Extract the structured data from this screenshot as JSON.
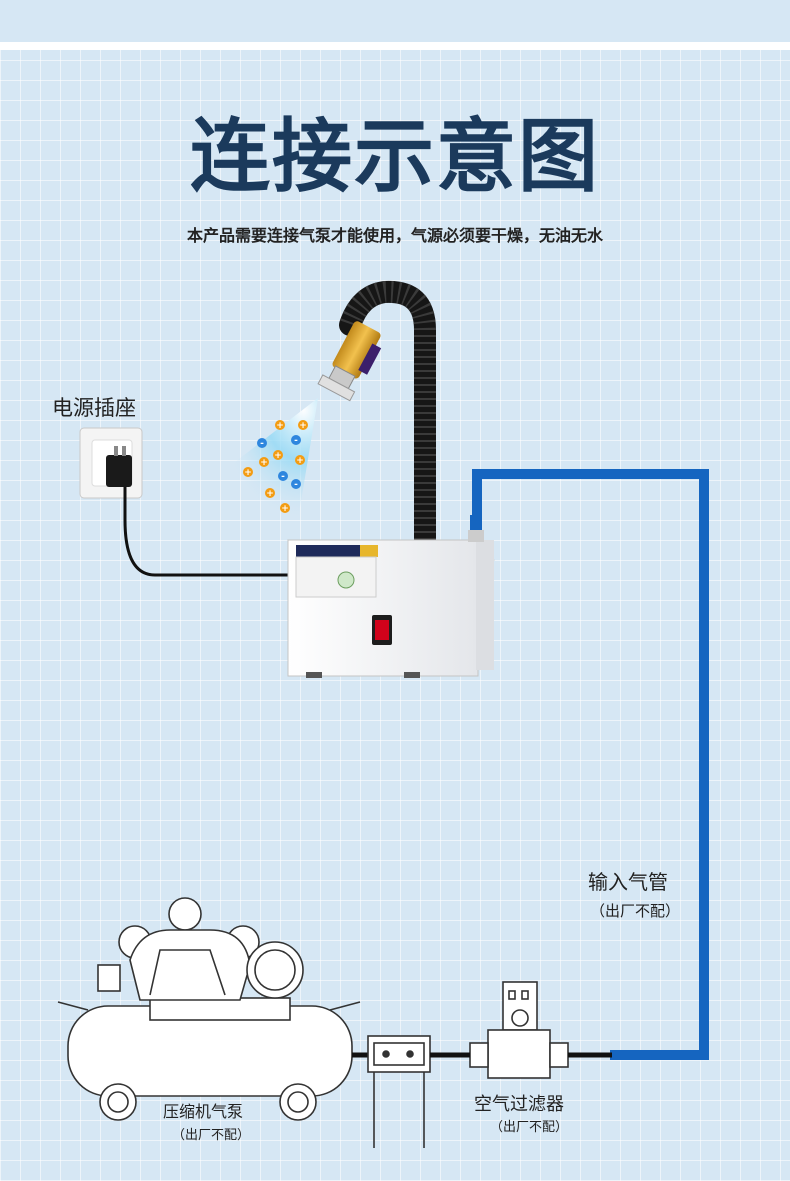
{
  "title": "连接示意图",
  "subtitle": "本产品需要连接气泵才能使用，气源必须要干燥，无油无水",
  "labels": {
    "outlet": "电源插座",
    "air_hose": "输入气管",
    "air_hose_note": "（出厂不配）",
    "compressor": "压缩机气泵",
    "compressor_note": "（出厂不配）",
    "filter": "空气过滤器",
    "filter_note": "（出厂不配）"
  },
  "colors": {
    "background": "#d6e7f4",
    "title": "#1b3a5c",
    "hose_blue": "#1565c0",
    "ion_positive": "#f39c12",
    "ion_negative": "#2e86de",
    "switch_red": "#d0021b"
  },
  "icons": [
    "power-outlet-icon",
    "ionizer-device-icon",
    "air-compressor-icon",
    "air-filter-icon"
  ]
}
